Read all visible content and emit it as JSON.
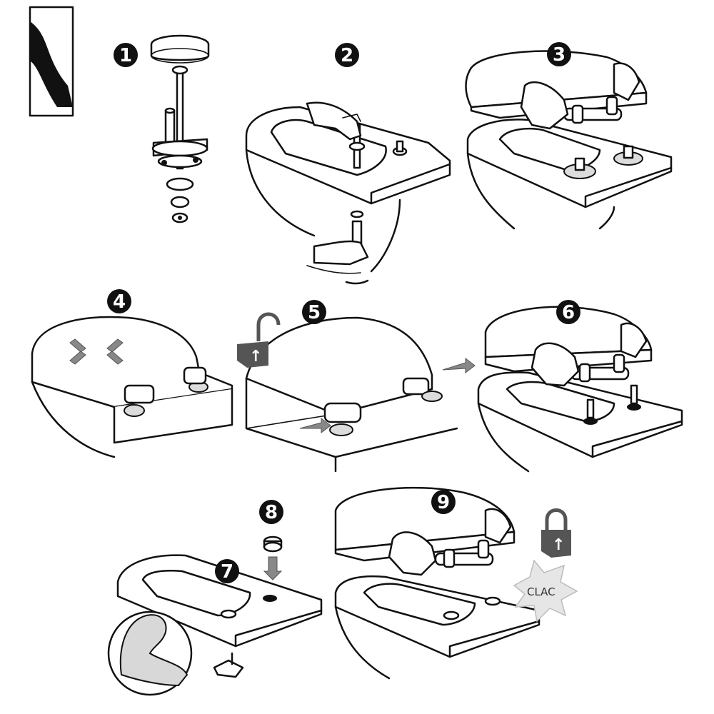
{
  "steps": [
    {
      "number": "1"
    },
    {
      "number": "2"
    },
    {
      "number": "3"
    },
    {
      "number": "4"
    },
    {
      "number": "5"
    },
    {
      "number": "6"
    },
    {
      "number": "7"
    },
    {
      "number": "8"
    },
    {
      "number": "9"
    }
  ],
  "locks": {
    "open_label": "↑",
    "closed_label": "↑"
  },
  "sound_effect": "CLAC",
  "icons": {
    "open_padlock": "padlock-open-icon",
    "closed_padlock": "padlock-closed-icon",
    "strong_arm": "flexed-arm-icon",
    "hand": "hand-icon",
    "arrow": "arrow-icon"
  },
  "colors": {
    "line": "#111111",
    "badge": "#111111",
    "badge_text": "#ffffff",
    "padlock": "#555555",
    "arrow": "#888888",
    "burst": "#e6e6e6"
  }
}
